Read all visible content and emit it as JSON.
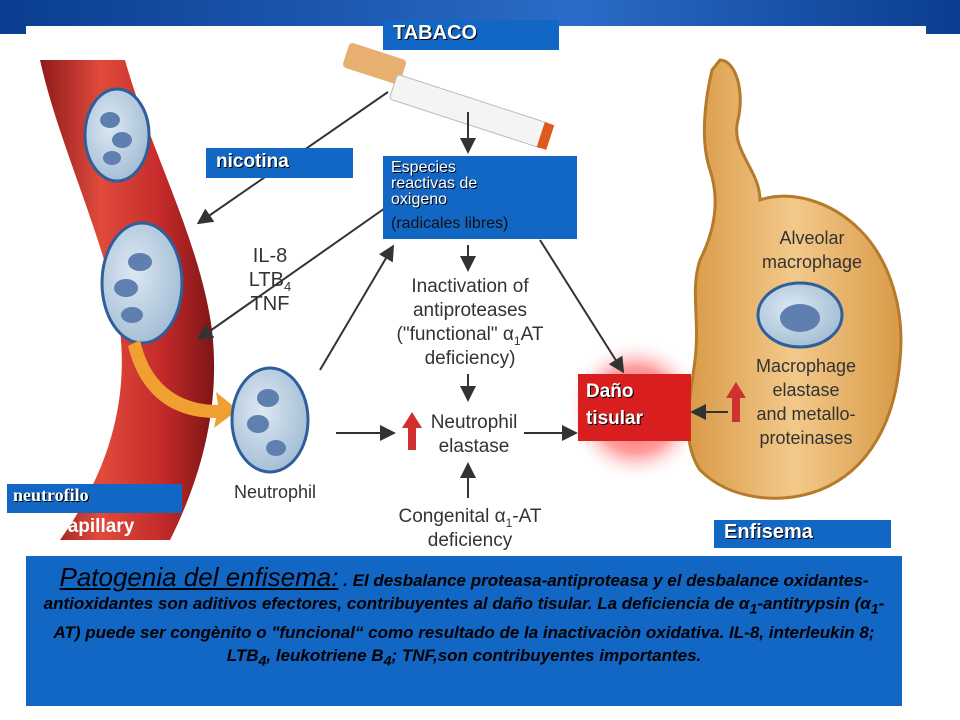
{
  "labels": {
    "tabaco": "TABACO",
    "nicotina": "nicotina",
    "especies_line1": "Especies",
    "especies_line2": "reactivas de",
    "especies_line3": "oxigeno",
    "especies_line4": "(radicales libres)",
    "dano_line1": "Daño",
    "dano_line2": "tisular",
    "neutrofilo": "neutrofilo",
    "enfisema": "Enfisema"
  },
  "diagram": {
    "mediators_line1": "IL-8",
    "mediators_line2": "LTB",
    "mediators_line2_sub": "4",
    "mediators_line3": "TNF",
    "inactivation_line1": "Inactivation of",
    "inactivation_line2": "antiproteases",
    "inactivation_line3": "(\"functional\" α",
    "inactivation_line3_sub": "1",
    "inactivation_line3_end": "AT",
    "inactivation_line4": "deficiency)",
    "elastase_line1": "Neutrophil",
    "elastase_line2": "elastase",
    "congenital_line1": "Congenital α",
    "congenital_line1_sub": "1",
    "congenital_line1_end": "-AT",
    "congenital_line2": "deficiency",
    "neutrophil": "Neutrophil",
    "capillary": "Capillary",
    "alveolar_line1": "Alveolar",
    "alveolar_line2": "macrophage",
    "macelast_line1": "Macrophage",
    "macelast_line2": "elastase",
    "macelast_line3": "and metallo-",
    "macelast_line4": "proteinases"
  },
  "caption": {
    "title": "Patogenia del enfisema:",
    "sep": " . ",
    "part1": "El desbalance proteasa-antiproteasa y  el desbalance oxidantes-antioxidantes son aditivos efectores, contribuyentes al daño tisular. La deficiencia de α",
    "sub1": "1",
    "part2": "-antitrypsin (α",
    "sub2": "1",
    "part3": "-AT) puede ser congènito o \"funcional“ como  resultado de la inactivaciòn oxidativa. IL-8, interleukin 8; LTB",
    "sub3": "4",
    "part4": ", leukotriene B",
    "sub4": "4",
    "part5": "; TNF,son contribuyentes importantes."
  },
  "colors": {
    "blue_box": "#1266c4",
    "red_box": "#d81e1e",
    "capillary": "#c42a2a",
    "alveolus": "#e8b36a"
  }
}
